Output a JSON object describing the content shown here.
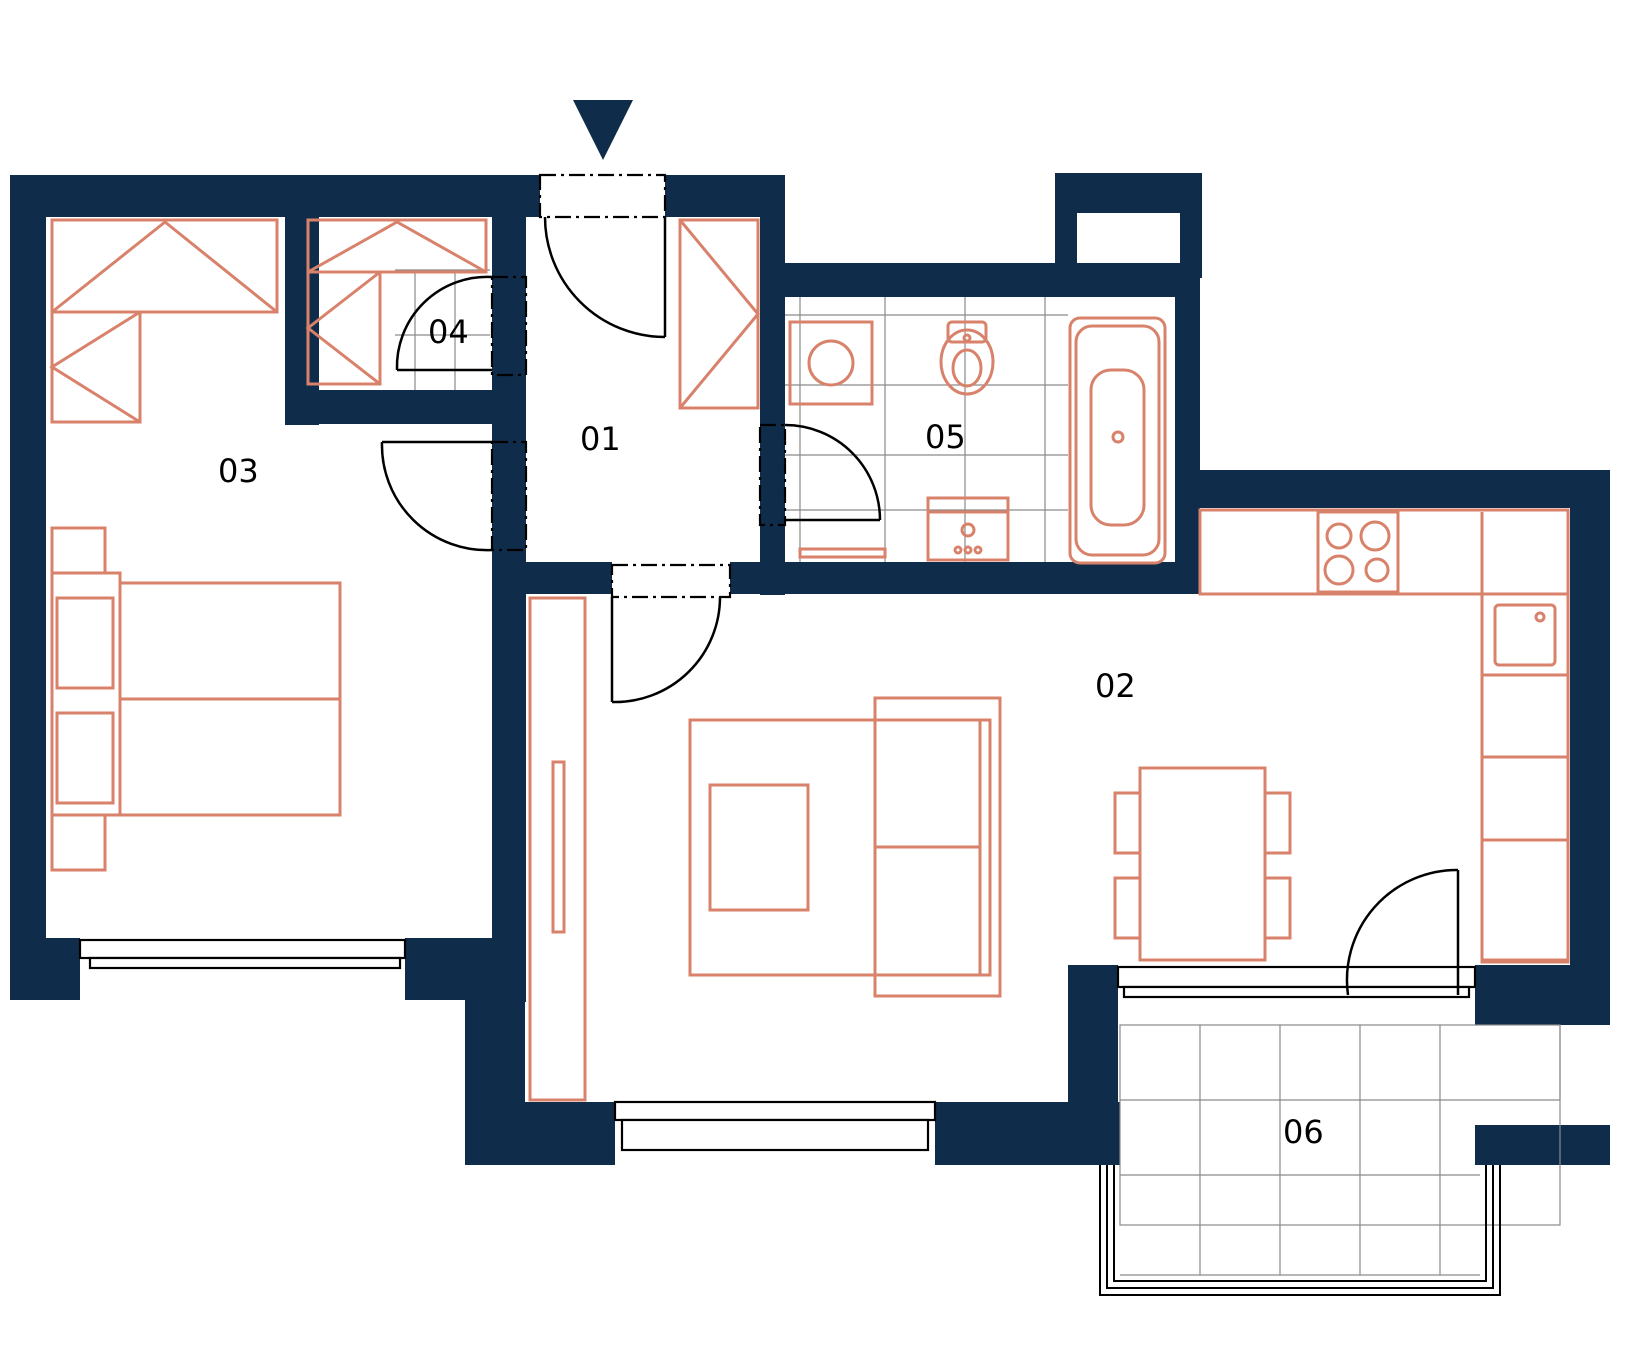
{
  "plan": {
    "wall_color": "#0f2d4a",
    "furniture_color": "#d9826b",
    "rooms": [
      {
        "id": "01"
      },
      {
        "id": "02"
      },
      {
        "id": "03"
      },
      {
        "id": "04"
      },
      {
        "id": "05"
      },
      {
        "id": "06"
      }
    ],
    "entrance_icon": "entrance-arrow-icon"
  }
}
